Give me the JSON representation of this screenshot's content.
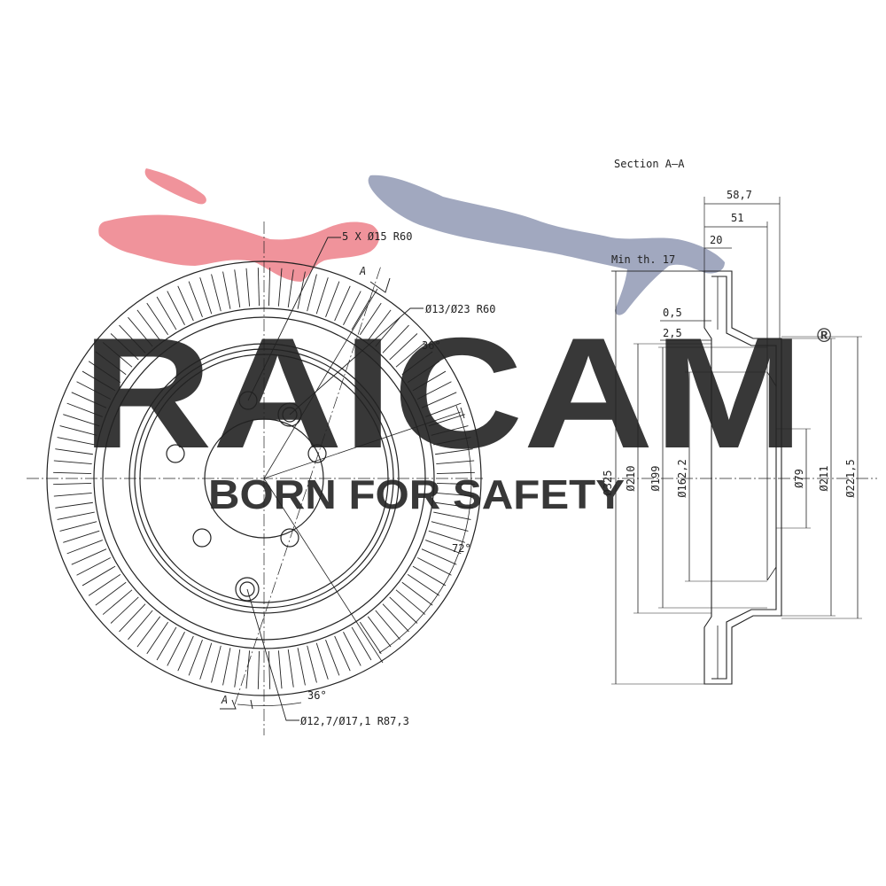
{
  "brand": {
    "name": "RAICAM",
    "tagline": "BORN FOR SAFETY",
    "registered_mark": "®",
    "colors": {
      "red": "#ef8d96",
      "grey_blue": "#9ca3bc",
      "tagline": "#b3b8c8"
    }
  },
  "front_view": {
    "callouts": {
      "bolt_holes": "5 X Ø15  R60",
      "aux_holes": "Ø13/Ø23  R60",
      "bottom_holes": "Ø12,7/Ø17,1  R87,3"
    },
    "angles": {
      "top": "36°",
      "right": "72°",
      "bottom": "36°"
    },
    "section_marks": {
      "top": "A",
      "bottom": "A"
    }
  },
  "section_view": {
    "title": "Section A–A",
    "min_thickness": "Min th. 17",
    "dims_horizontal": {
      "total_width": "58,7",
      "hat_height": "51",
      "disc_thickness": "20",
      "offset_a": "0,5",
      "offset_b": "2,5"
    },
    "dims_vertical": {
      "d325": "Ø325",
      "d210": "Ø210",
      "d199": "Ø199",
      "d162": "Ø162,2",
      "d79": "Ø79",
      "d211": "Ø211",
      "d221": "Ø221,5"
    }
  },
  "colors": {
    "line": "#222222",
    "bg": "#ffffff"
  }
}
